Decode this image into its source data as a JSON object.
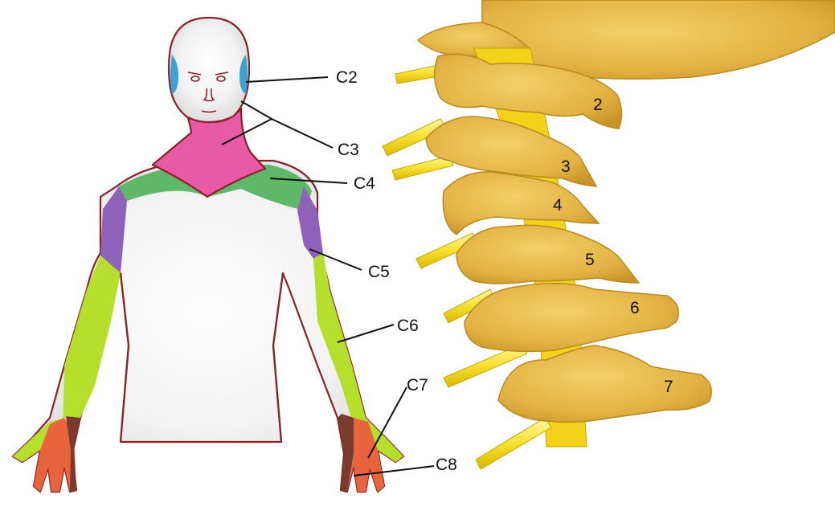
{
  "dermatome_labels": {
    "c2": "C2",
    "c3": "C3",
    "c4": "C4",
    "c5": "C5",
    "c6": "C6",
    "c7": "C7",
    "c8": "C8"
  },
  "vertebra_numbers": [
    "2",
    "3",
    "4",
    "5",
    "6",
    "7"
  ],
  "colors": {
    "c2": "#3aa3d6",
    "c3": "#e85aa6",
    "c4": "#5fb86a",
    "c5": "#8e62b8",
    "c6": "#b6df2c",
    "c7": "#e8643c",
    "c8": "#7a3a2e",
    "outline": "#8a2028",
    "skin": "#eeeeee",
    "bone": "#e7b94a",
    "bone_dark": "#b88a20",
    "nerve": "#f7e030",
    "cord": "#f2d31a"
  }
}
